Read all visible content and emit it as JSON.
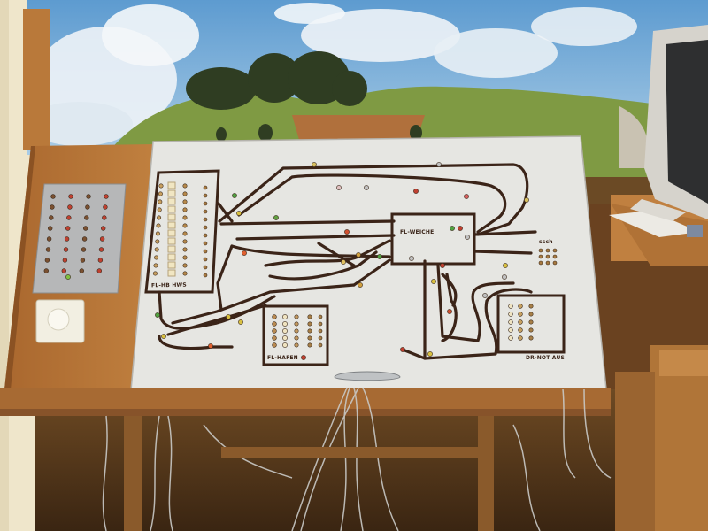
{
  "panel": {
    "labels": {
      "hbf": "FL-HB HWS",
      "weiche": "FL-WEICHE",
      "hafen": "FL-HAFEN",
      "notaus": "DR-NOT AUS",
      "corner": "ssch"
    }
  },
  "colors": {
    "sky": "#7fb2dc",
    "grass": "#7c9440",
    "wood": "#b9793a",
    "panel": "#e6e6e2",
    "track": "#3b2418",
    "wall": "#efe7cf"
  }
}
